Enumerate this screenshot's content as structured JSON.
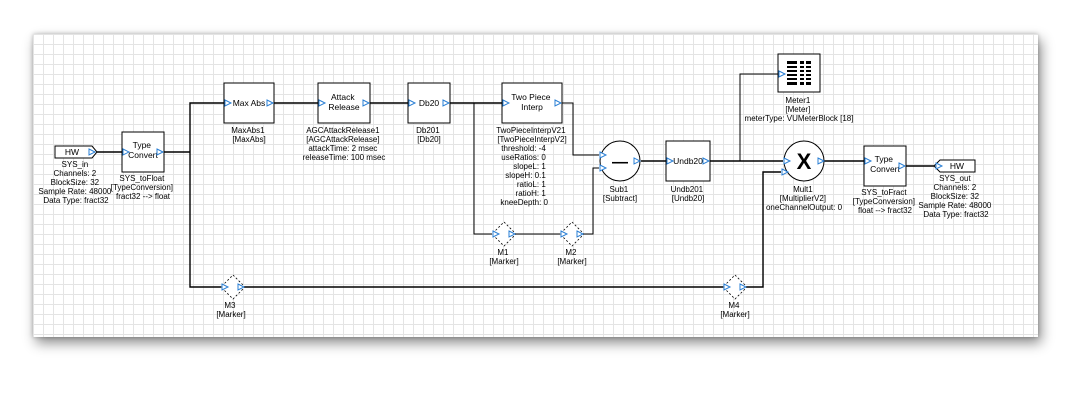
{
  "colors": {
    "pin": "#2a7fd4",
    "grid": "#e4e4e4",
    "wire": "#000000"
  },
  "blocks": {
    "sys_in": {
      "title": "HW",
      "lines": [
        "SYS_in",
        "Channels: 2",
        "BlockSize: 32",
        "Sample Rate: 48000",
        "Data Type: fract32"
      ]
    },
    "to_float": {
      "title": [
        "Type",
        "Convert"
      ],
      "lines": [
        "SYS_toFloat",
        "[TypeConversion]",
        "fract32 --> float"
      ]
    },
    "max_abs": {
      "title": "Max Abs",
      "lines": [
        "MaxAbs1",
        "[MaxAbs]"
      ]
    },
    "agc": {
      "title": [
        "Attack",
        "Release"
      ],
      "lines": [
        "AGCAttackRelease1",
        "[AGCAttackRelease]",
        "attackTime: 2 msec",
        "releaseTime: 100 msec"
      ]
    },
    "db20": {
      "title": "Db20",
      "lines": [
        "Db201",
        "[Db20]"
      ]
    },
    "interp": {
      "title": [
        "Two Piece",
        "Interp"
      ],
      "lines": [
        "TwoPieceInterpV21",
        "[TwoPieceInterpV2]",
        "threshold: -4",
        "useRatios: 0",
        "slopeL: 1",
        "slopeH: 0.1",
        "ratioL: 1",
        "ratioH: 1",
        "kneeDepth: 0"
      ]
    },
    "sub": {
      "symbol": "—",
      "lines": [
        "Sub1",
        "[Subtract]"
      ]
    },
    "undb": {
      "title": "Undb20",
      "lines": [
        "Undb201",
        "[Undb20]"
      ]
    },
    "meter": {
      "lines": [
        "Meter1",
        "[Meter]",
        "meterType: VUMeterBlock [18]"
      ]
    },
    "mult": {
      "symbol": "X",
      "lines": [
        "Mult1",
        "[MultiplierV2]",
        "oneChannelOutput: 0"
      ]
    },
    "to_fract": {
      "title": [
        "Type",
        "Convert"
      ],
      "lines": [
        "SYS_toFract",
        "[TypeConversion]",
        "float --> fract32"
      ]
    },
    "sys_out": {
      "title": "HW",
      "lines": [
        "SYS_out",
        "Channels: 2",
        "BlockSize: 32",
        "Sample Rate: 48000",
        "Data Type: fract32"
      ]
    },
    "m1": {
      "lines": [
        "M1",
        "[Marker]"
      ]
    },
    "m2": {
      "lines": [
        "M2",
        "[Marker]"
      ]
    },
    "m3": {
      "lines": [
        "M3",
        "[Marker]"
      ]
    },
    "m4": {
      "lines": [
        "M4",
        "[Marker]"
      ]
    }
  }
}
